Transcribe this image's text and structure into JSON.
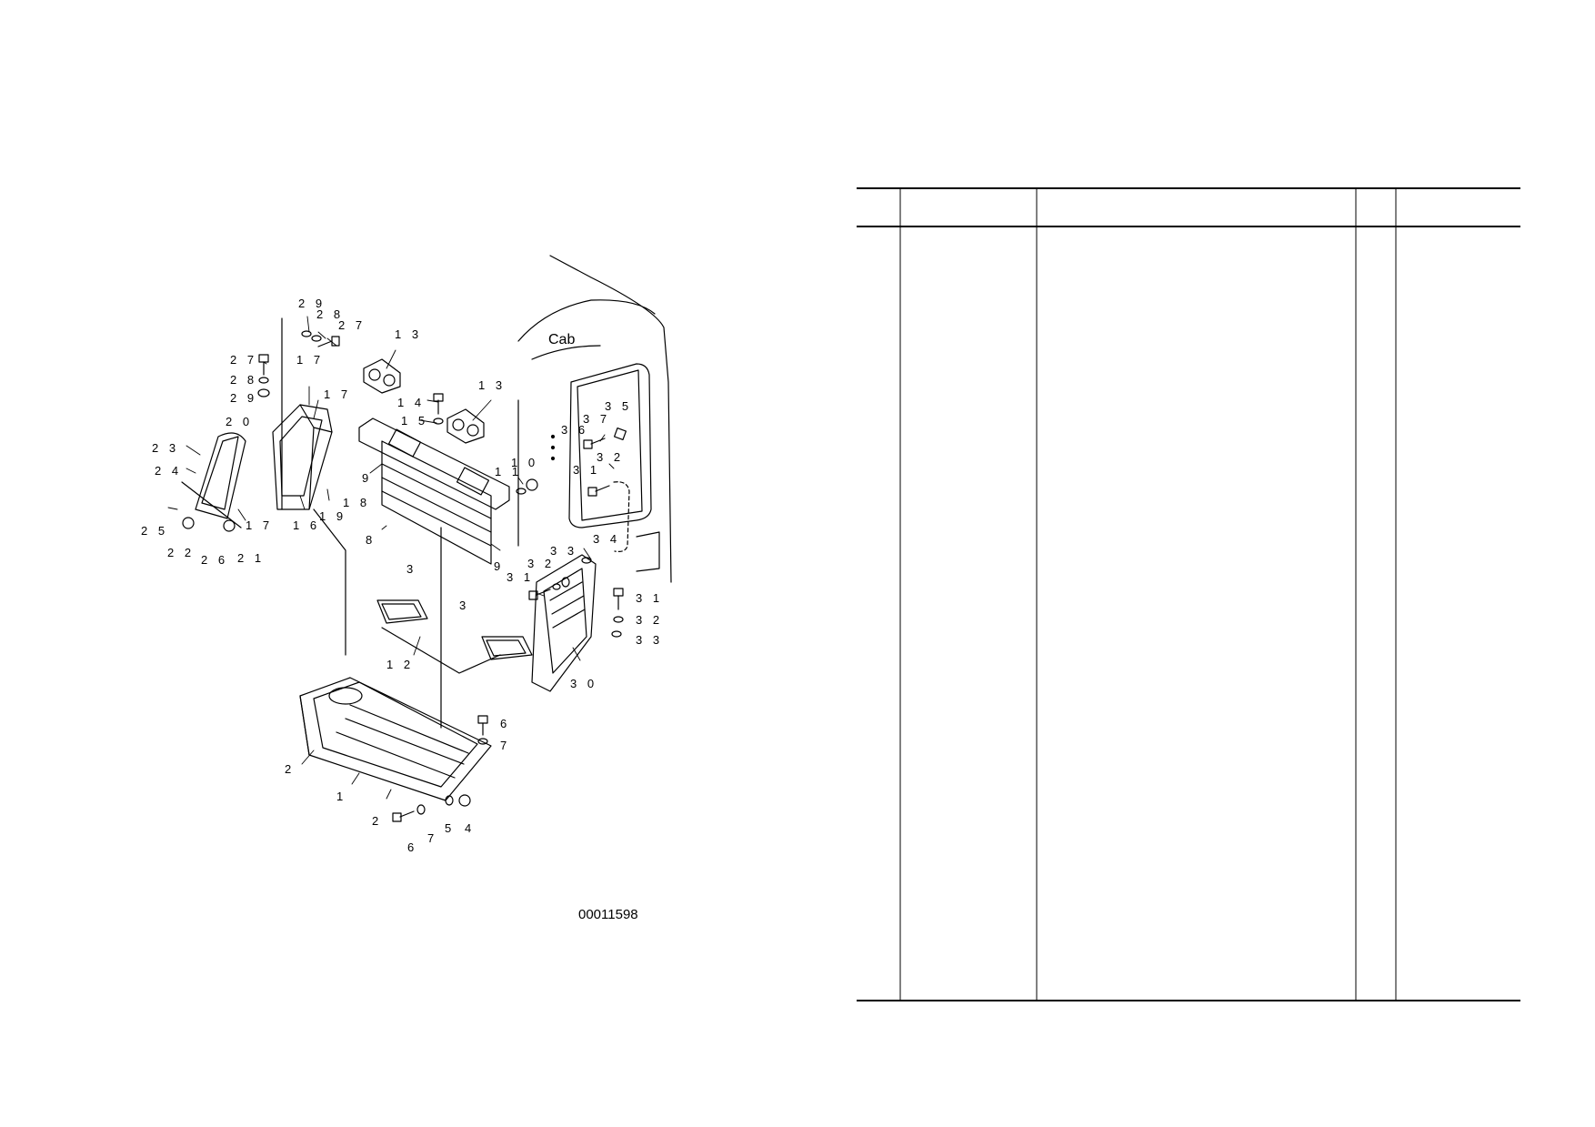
{
  "diagram": {
    "cab_label": "Cab",
    "figure_number": "00011598",
    "callouts": [
      {
        "id": "c29a",
        "text": "2 9"
      },
      {
        "id": "c28a",
        "text": "2 8"
      },
      {
        "id": "c27a",
        "text": "2 7"
      },
      {
        "id": "c27b",
        "text": "2 7"
      },
      {
        "id": "c28b",
        "text": "2 8"
      },
      {
        "id": "c29b",
        "text": "2 9"
      },
      {
        "id": "c17a",
        "text": "1 7"
      },
      {
        "id": "c17b",
        "text": "1 7"
      },
      {
        "id": "c20",
        "text": "2 0"
      },
      {
        "id": "c23",
        "text": "2 3"
      },
      {
        "id": "c24",
        "text": "2 4"
      },
      {
        "id": "c25",
        "text": "2 5"
      },
      {
        "id": "c22",
        "text": "2 2"
      },
      {
        "id": "c26",
        "text": "2 6"
      },
      {
        "id": "c21",
        "text": "2 1"
      },
      {
        "id": "c17c",
        "text": "1 7"
      },
      {
        "id": "c16",
        "text": "1 6"
      },
      {
        "id": "c19",
        "text": "1 9"
      },
      {
        "id": "c18",
        "text": "1 8"
      },
      {
        "id": "c13a",
        "text": "1 3"
      },
      {
        "id": "c13b",
        "text": "1 3"
      },
      {
        "id": "c14",
        "text": "1 4"
      },
      {
        "id": "c15",
        "text": "1 5"
      },
      {
        "id": "c9a",
        "text": "9"
      },
      {
        "id": "c11",
        "text": "1 1"
      },
      {
        "id": "c10",
        "text": "1 0"
      },
      {
        "id": "c8",
        "text": "8"
      },
      {
        "id": "c3a",
        "text": "3"
      },
      {
        "id": "c3b",
        "text": "3"
      },
      {
        "id": "c9b",
        "text": "9"
      },
      {
        "id": "c12",
        "text": "1 2"
      },
      {
        "id": "c36",
        "text": "3 6"
      },
      {
        "id": "c37",
        "text": "3 7"
      },
      {
        "id": "c35",
        "text": "3 5"
      },
      {
        "id": "c31a",
        "text": "3 1"
      },
      {
        "id": "c32a",
        "text": "3 2"
      },
      {
        "id": "c34",
        "text": "3 4"
      },
      {
        "id": "c32b",
        "text": "3 2"
      },
      {
        "id": "c33a",
        "text": "3 3"
      },
      {
        "id": "c31b",
        "text": "3 1"
      },
      {
        "id": "c31c",
        "text": "3 1"
      },
      {
        "id": "c32c",
        "text": "3 2"
      },
      {
        "id": "c33b",
        "text": "3 3"
      },
      {
        "id": "c30",
        "text": "3 0"
      },
      {
        "id": "c6a",
        "text": "6"
      },
      {
        "id": "c7a",
        "text": "7"
      },
      {
        "id": "c2a",
        "text": "2"
      },
      {
        "id": "c1",
        "text": "1"
      },
      {
        "id": "c2b",
        "text": "2"
      },
      {
        "id": "c6b",
        "text": "6"
      },
      {
        "id": "c7b",
        "text": "7"
      },
      {
        "id": "c5",
        "text": "5"
      },
      {
        "id": "c4",
        "text": "4"
      }
    ]
  },
  "parts_table": {
    "columns": [
      "",
      "",
      "",
      "",
      ""
    ],
    "rows": []
  }
}
